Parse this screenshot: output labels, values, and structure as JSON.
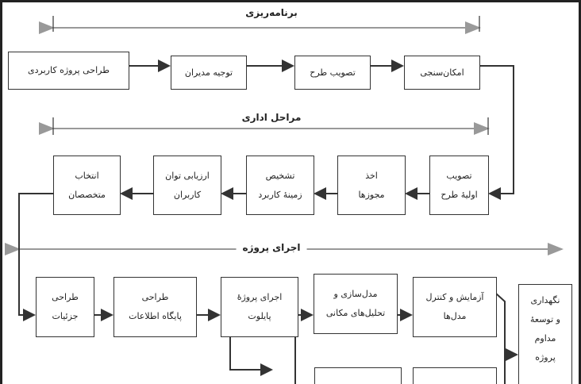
{
  "sections": {
    "planning": "برنامه‌ریزی",
    "administrative": "مراحل اداری",
    "execution": "اجرای پروژه"
  },
  "planning_boxes": [
    {
      "lines": [
        "طراحی پروژه کاربردی"
      ]
    },
    {
      "lines": [
        "توجیه مدیران"
      ]
    },
    {
      "lines": [
        "تصویب طرح"
      ]
    },
    {
      "lines": [
        "امکان‌سنجی"
      ]
    }
  ],
  "admin_boxes": [
    {
      "lines": [
        "انتخاب",
        "متخصصان"
      ]
    },
    {
      "lines": [
        "ارزیابی توان",
        "کاربران"
      ]
    },
    {
      "lines": [
        "تشخیص",
        "زمینهٔ کاربرد"
      ]
    },
    {
      "lines": [
        "اخذ",
        "مجوزها"
      ]
    },
    {
      "lines": [
        "تصویب",
        "اولیهٔ طرح"
      ]
    }
  ],
  "execution_boxes": [
    {
      "lines": [
        "طراحی",
        "جزئیات"
      ]
    },
    {
      "lines": [
        "طراحی",
        "پایگاه اطلاعات"
      ]
    },
    {
      "lines": [
        "اجرای پروژهٔ",
        "پایلوت"
      ]
    },
    {
      "lines": [
        "مدل‌سازی و",
        "تحلیل‌های مکانی"
      ]
    },
    {
      "lines": [
        "آزمایش و کنترل",
        "مدل‌ها"
      ]
    },
    {
      "lines": [
        "نگهداری",
        "و توسعهٔ",
        "مداوم",
        "پروژه"
      ]
    }
  ]
}
